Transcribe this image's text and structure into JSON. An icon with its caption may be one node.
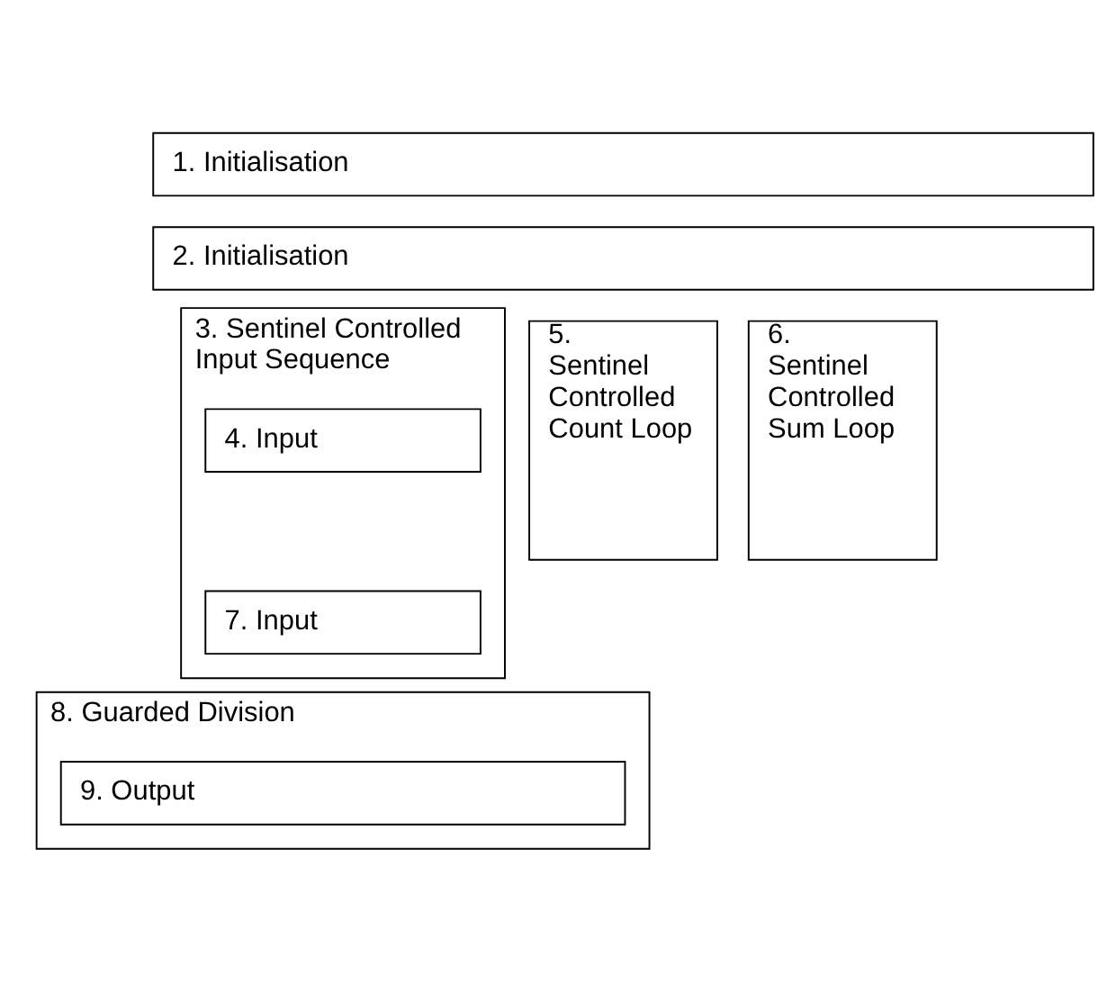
{
  "diagram": {
    "nodes": [
      {
        "text": [
          "1. Initialisation"
        ]
      },
      {
        "text": [
          "2. Initialisation"
        ]
      },
      {
        "text": [
          "3. Sentinel Controlled Input Sequence"
        ]
      },
      {
        "text": [
          "4. Input"
        ],
        "in": 2
      },
      {
        "text": [
          "7. Input"
        ],
        "in": 2
      },
      {
        "text": [
          "5. Sentinel Controlled Count Loop"
        ]
      },
      {
        "text": [
          "6. Sentinel Controlled Sum Loop"
        ]
      },
      {
        "text": [
          "8. Guarded Division"
        ]
      },
      {
        "text": [
          "9. Output"
        ],
        "in": 7
      }
    ]
  }
}
